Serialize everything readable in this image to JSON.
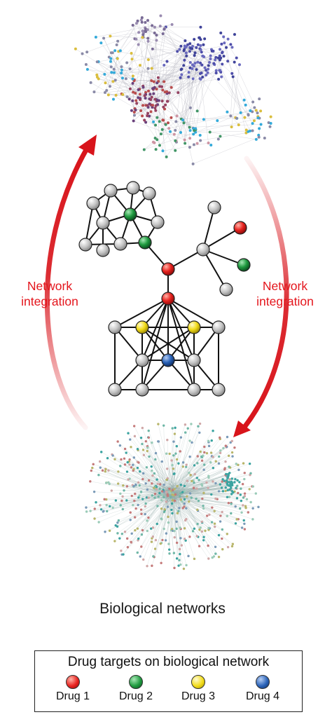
{
  "labels": {
    "left": [
      "Network",
      "integration"
    ],
    "right": [
      "Network",
      "integration"
    ]
  },
  "bottom_title": "Biological networks",
  "legend": {
    "title": "Drug targets on biological network",
    "items": [
      {
        "label": "Drug 1",
        "color": "#e8231f"
      },
      {
        "label": "Drug 2",
        "color": "#1f9a3f"
      },
      {
        "label": "Drug 3",
        "color": "#f2dc1a"
      },
      {
        "label": "Drug 4",
        "color": "#2a63b8"
      }
    ]
  },
  "colors": {
    "arrow": "#d8141b",
    "edge": "#111111",
    "node_gray": "#bdbdbd"
  }
}
